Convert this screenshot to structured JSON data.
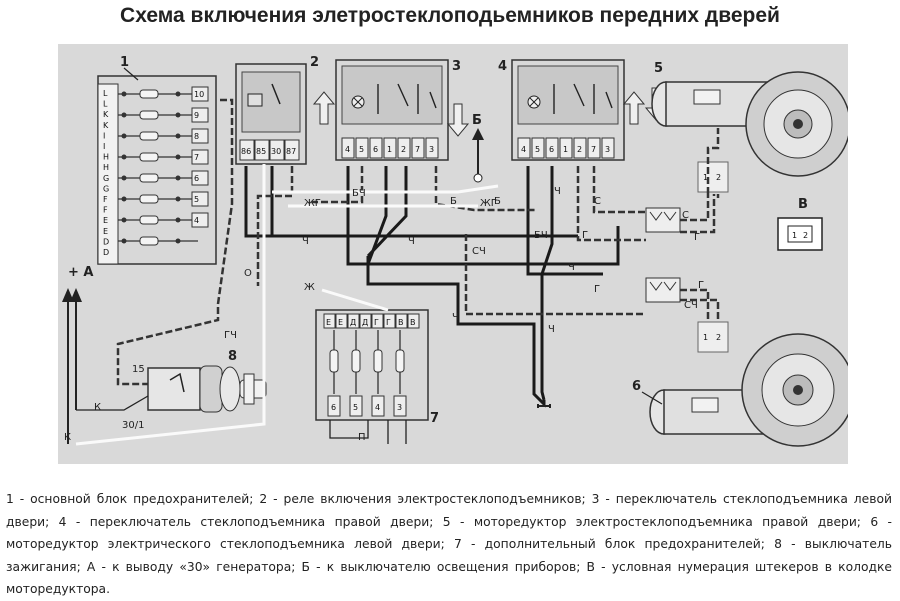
{
  "title": "Схема включения элетростеклоподьемников передних дверей",
  "caption": "1 - основной блок предохранителей; 2 - реле включения электростеклоподъемников; 3 - переключатель стеклоподъемника левой двери; 4 - переключатель стеклоподъемника правой двери; 5 - моторедуктор электростеклоподъемника правой двери; 6 - моторедуктор электрического стеклоподъемника левой двери; 7 - дополнительный блок предохранителей; 8 - выключатель зажигания; А - к выводу «30» генератора; Б - к выключателю освещения приборов; В - условная нумерация штекеров в колодке моторедуктора.",
  "diagram": {
    "component_numbers": [
      "1",
      "2",
      "3",
      "4",
      "5",
      "6",
      "7",
      "8"
    ],
    "fuse_block_left_pins": [
      "L",
      "L",
      "K",
      "K",
      "I",
      "I",
      "H",
      "H",
      "G",
      "G",
      "F",
      "F",
      "E",
      "E",
      "D",
      "D"
    ],
    "fuse_block_numbers": [
      "10",
      "9",
      "8",
      "7",
      "6",
      "5",
      "4"
    ],
    "relay_pins": [
      "86",
      "85",
      "30",
      "87"
    ],
    "switch3_pins": [
      "4",
      "5",
      "6",
      "1",
      "2",
      "7",
      "3"
    ],
    "switch4_pins": [
      "4",
      "5",
      "6",
      "1",
      "2",
      "7",
      "3"
    ],
    "aux_fuse_top_pins": [
      "Е",
      "Е",
      "Д",
      "Д",
      "Г",
      "Г",
      "В",
      "В"
    ],
    "aux_fuse_bottom_pins": [
      "6",
      "5",
      "4",
      "3"
    ],
    "ignition_pins": [
      "15",
      "30/1"
    ],
    "connector_v_label": "В",
    "connector_v_pins": [
      "1",
      "2"
    ],
    "motor_connector_pins": [
      "1",
      "2"
    ],
    "point_labels": {
      "a": "+ А",
      "b": "Б"
    },
    "wire_labels": {
      "zhg": "ЖГ",
      "ch": "Ч",
      "b": "Б",
      "bch": "БЧ",
      "sch": "СЧ",
      "g": "Г",
      "s": "С",
      "zh": "Ж",
      "o": "О",
      "gch": "ГЧ",
      "k": "К",
      "p": "П"
    }
  }
}
